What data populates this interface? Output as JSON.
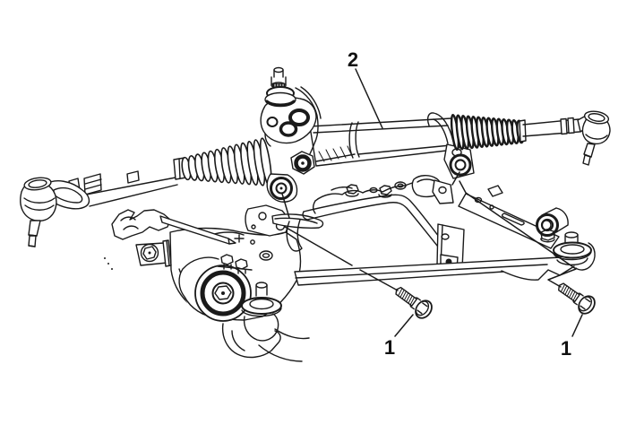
{
  "figure": {
    "type": "technical-illustration",
    "background": "#ffffff",
    "line_color": "#1a1a1a",
    "callouts": [
      {
        "label": "2"
      },
      {
        "label": "1"
      },
      {
        "label": "1"
      }
    ]
  }
}
